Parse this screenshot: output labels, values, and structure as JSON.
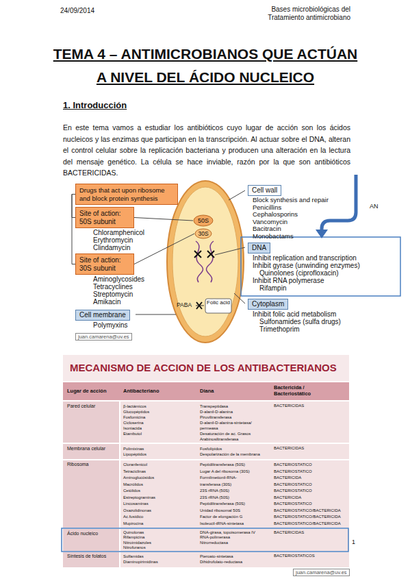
{
  "diagram": {
    "title": "TEMA 4 – ANTIMICROBIANOS QUE ACTÚAN A NIVEL DEL ÁCIDO NUCLEICO",
    "nodes": [
      {
        "text": [
          "Drugs that act upon ribosome and block protein synthesis"
        ]
      },
      {
        "text": [
          "Site of action: 50S subunit",
          "Chloramphenicol",
          "Erythromycin",
          "Clindamycin"
        ]
      },
      {
        "text": [
          "Site of action: 30S subunit",
          "Aminoglycosides",
          "Tetracyclines",
          "Streptomycin",
          "Amikacin"
        ]
      },
      {
        "text": [
          "Cell membrane",
          "Polymyxins"
        ]
      },
      {
        "text": [
          "50S"
        ]
      },
      {
        "text": [
          "30S"
        ]
      },
      {
        "text": [
          "Cell wall",
          "Block synthesis and repair",
          "Penicillins",
          "Cephalosporins",
          "Vancomycin",
          "Bacitracin",
          "Monobactams"
        ]
      },
      {
        "text": [
          "DNA",
          "Inhibit replication and transcription",
          "Inhibit gyrase (unwinding enzymes)",
          "Quinolones (ciprofloxacin)",
          "Inhibit RNA polymerase",
          "Rifampin"
        ]
      },
      {
        "text": [
          "Cytoplasm",
          "Inhibit folic acid metabolism",
          "Sulfonamides (sulfa drugs)",
          "Trimethoprim"
        ]
      }
    ],
    "edges": [
      {
        "from": 0,
        "to": 1,
        "arrow": "none"
      },
      {
        "from": 0,
        "to": 2,
        "arrow": "none"
      },
      {
        "from": 1,
        "to": 4,
        "arrow": "none"
      },
      {
        "from": 2,
        "to": 5,
        "arrow": "none"
      }
    ],
    "labels": [
      "24/09/2014",
      "Bases microbiológicas del Tratamiento antimicrobiano",
      "1. Introducción",
      "En este tema vamos a estudiar los antibióticos cuyo lugar de acción son los ácidos nucleicos y las enzimas que participan en la transcripción. Al actuar sobre el DNA, alteran el control celular sobre la replicación bacteriana y producen una alteración en la lectura del mensaje genético. La célula se hace inviable, razón por la que son antibióticos BACTERICIDAS.",
      "AN",
      "PABA",
      "Folic acid",
      "juan.camarena@uv.es",
      "MECANISMO DE ACCION DE LOS ANTIBACTERIANOS",
      "Lugar de acción",
      "Antibacteriano",
      "Diana",
      "Bactericida / Bacteriostático",
      "Pared celular",
      "β-lactámicos",
      "Glucopéptidos",
      "Fosfomicina",
      "Cicloserina",
      "Isoniacida",
      "Etambutol",
      "Transpeptidasa",
      "D-alanil-D-alanina",
      "Piruviltransferasa",
      "D-alanil-D-alanina-sintetasa/",
      "permeasa",
      "Desaturación de ac. Grasos",
      "Arabinosiltransferasa",
      "BACTERICIDAS",
      "Membrana celular",
      "Polimixinas",
      "Lipopéptidos",
      "Fosfolípidos",
      "Despolarización de la membrana",
      "BACTERICIDAS",
      "Ribosoma",
      "Cloranfenicol",
      "Tetraciclinas",
      "Aminoglucósidos",
      "Macrólidos",
      "Cetólidos",
      "Estreptograminas",
      "Lincosaminas",
      "Oxazolidinonas",
      "Ac.fusídico",
      "Mupirocina",
      "Peptidiltransferasa (50S)",
      "Lugar A del ribosoma (30S)",
      "Formilmetionil-RNA-",
      "transferasa (30S)",
      "23S rRNA (50S)",
      "23S rRNA (50S)",
      "Peptidiltransferasa (50S)",
      "Unidad ribosomal 50S",
      "Factor de elongación G",
      "Isoleucil-tRNA-sintetasa",
      "BACTERIOSTATICO",
      "BACTERIOSTATICO",
      "BACTERICIDA",
      "BACTERIOSTATICO",
      "BACTERIOSTATICO",
      "BACTERICIDA",
      "BACTERIOSTATICO",
      "BACTERIOSTATICO/BACTERICIDA",
      "BACTERIOSTATICO/BACTERICIDA",
      "BACTERIOSTATICO/BACTERICIDA",
      "Ácido nucleico",
      "Quinolonas",
      "Rifampicina",
      "Nitroimidazoles",
      "Nitrofuranos",
      "DNA-girasa, topoisomerasa IV",
      "RNA-polimerasa",
      "Nitrorreductasa",
      "BACTERICIDAS",
      "Síntesis de folatos",
      "Sulfamidas",
      "Diaminopirimidinas",
      "Pteroato-sintetasa",
      "Dihidrofolato-reductasa",
      "BACTERIOSTATICOS",
      "1",
      "juan.camarena@uv.es"
    ]
  }
}
